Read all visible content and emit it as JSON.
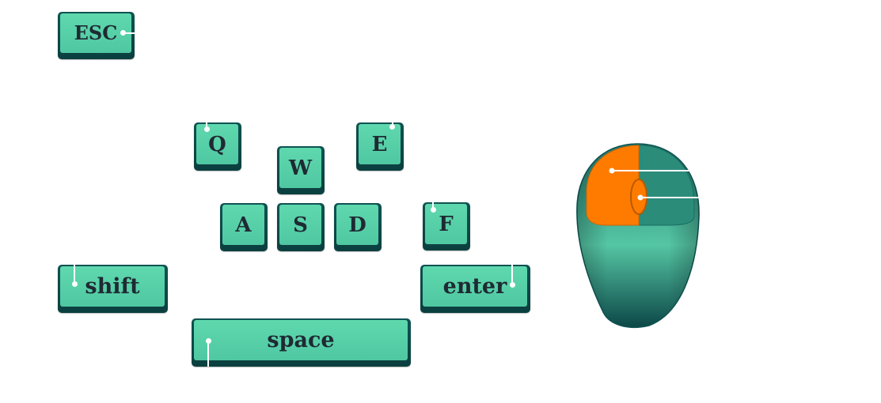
{
  "keys": {
    "esc": "ESC",
    "q": "Q",
    "w": "W",
    "e": "E",
    "a": "A",
    "s": "S",
    "d": "D",
    "f": "F",
    "shift": "shift",
    "enter": "enter",
    "space": "space"
  },
  "mouse": {
    "left_button_highlight": "#ff7b00",
    "scroll_wheel_highlight": "#ff7b00",
    "body_color": "#2b8c7a"
  },
  "colors": {
    "keycap_top": "#5fd8ae",
    "keycap_base": "#0f5352",
    "label": "#1f2a33",
    "leader": "#ffffff"
  }
}
